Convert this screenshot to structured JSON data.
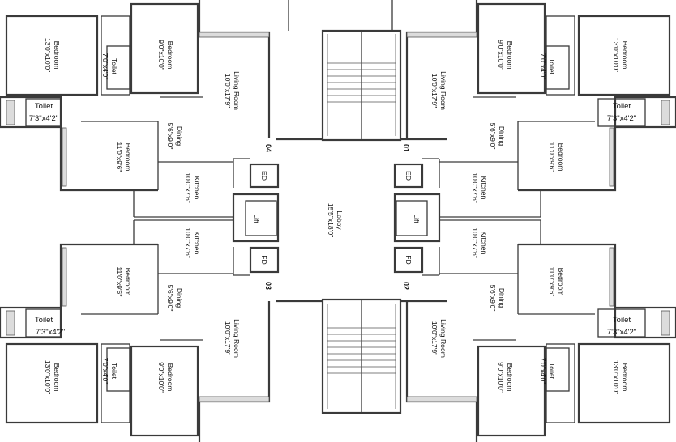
{
  "rooms": {
    "bedroom": "Bedroom",
    "toilet": "Toilet",
    "living_room": "Living Room",
    "dining": "Dining",
    "kitchen": "Kitchen",
    "lobby": "Lobby"
  },
  "dims": {
    "master_bed": "13'0\"x10'0\"",
    "bed_9x10": "9'0\"x10'0\"",
    "toilet_7x4": "7'0\"x4'0\"",
    "toilet_73x42": "7'3\"x4'2\"",
    "living": "10'0\"x17'9\"",
    "dining": "5'6\"x9'0\"",
    "bed_11x96": "11'0\"x9'6\"",
    "kitchen": "10'0\"x7'6\"",
    "lobby": "15'5\"x18'0\""
  },
  "core": {
    "ed": "ED",
    "lift": "Lift",
    "fd": "FD"
  },
  "flats": {
    "f01": "01",
    "f02": "02",
    "f03": "03",
    "f04": "04"
  }
}
